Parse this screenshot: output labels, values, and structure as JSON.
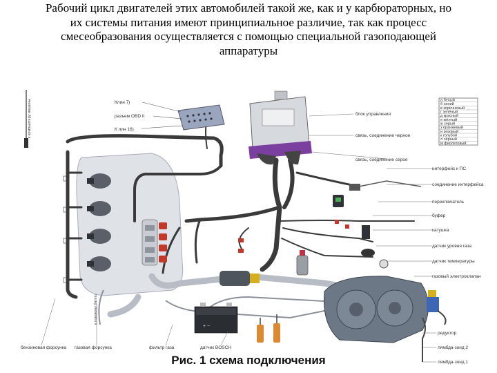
{
  "heading": {
    "lines": [
      "Рабочий цикл двигателей этих автомобилей такой же, как и у карбюраторных, но",
      "их системы питания имеют принципиальное различие, так как процесс",
      "смесеобразования осуществляется с помощью специальной газоподающей",
      "аппаратуры"
    ]
  },
  "caption": "Рис. 1 схема подключения",
  "labels": {
    "left_top_1": "Клин 7)",
    "left_top_2": "разъем OBD II",
    "left_top_3": "К лин 16)",
    "right": [
      "блок управления",
      "связь, соединение черное",
      "связь, соединение серое",
      "интерфейс к ПС",
      "соединение интерфейса",
      "переключатель",
      "буфер",
      "катушка",
      "датчик уровня газа",
      "датчик температуры",
      "газовый электроклапан",
      "редуктор",
      "лямбда-зонд 2",
      "лямбда-зонд 1"
    ],
    "bottom": [
      "бензиновая форсунка",
      "газовая форсунка",
      "фильтр газа",
      "датчик BOSCH"
    ],
    "vertical_left_top": "к компьютеру машины",
    "vertical_left_bottom": "к газовому баллону"
  },
  "legend": {
    "items": [
      "а белый",
      "б синий",
      "в коричневый",
      "г зелёный",
      "д красный",
      "е жёлтый",
      "ж серый",
      "з оранжевый",
      "и розовый",
      "к голубой",
      "л чёрный",
      "м фиолетовый"
    ]
  },
  "colors": {
    "cable": "#3a3a3a",
    "connector_red": "#c0392b",
    "pipe": "#b8bcc4",
    "engine_block": "#d9dde3",
    "reducer": "#6d7886",
    "ecu": "#cfd3d8",
    "purple_band": "#7b3fa0"
  },
  "icons": [
    "engine-block-icon",
    "ecu-box-icon",
    "obd-connector-icon",
    "battery-icon",
    "reducer-icon",
    "filter-icon",
    "lambda-sensor-icon",
    "injector-rail-icon",
    "solenoid-valve-icon"
  ]
}
